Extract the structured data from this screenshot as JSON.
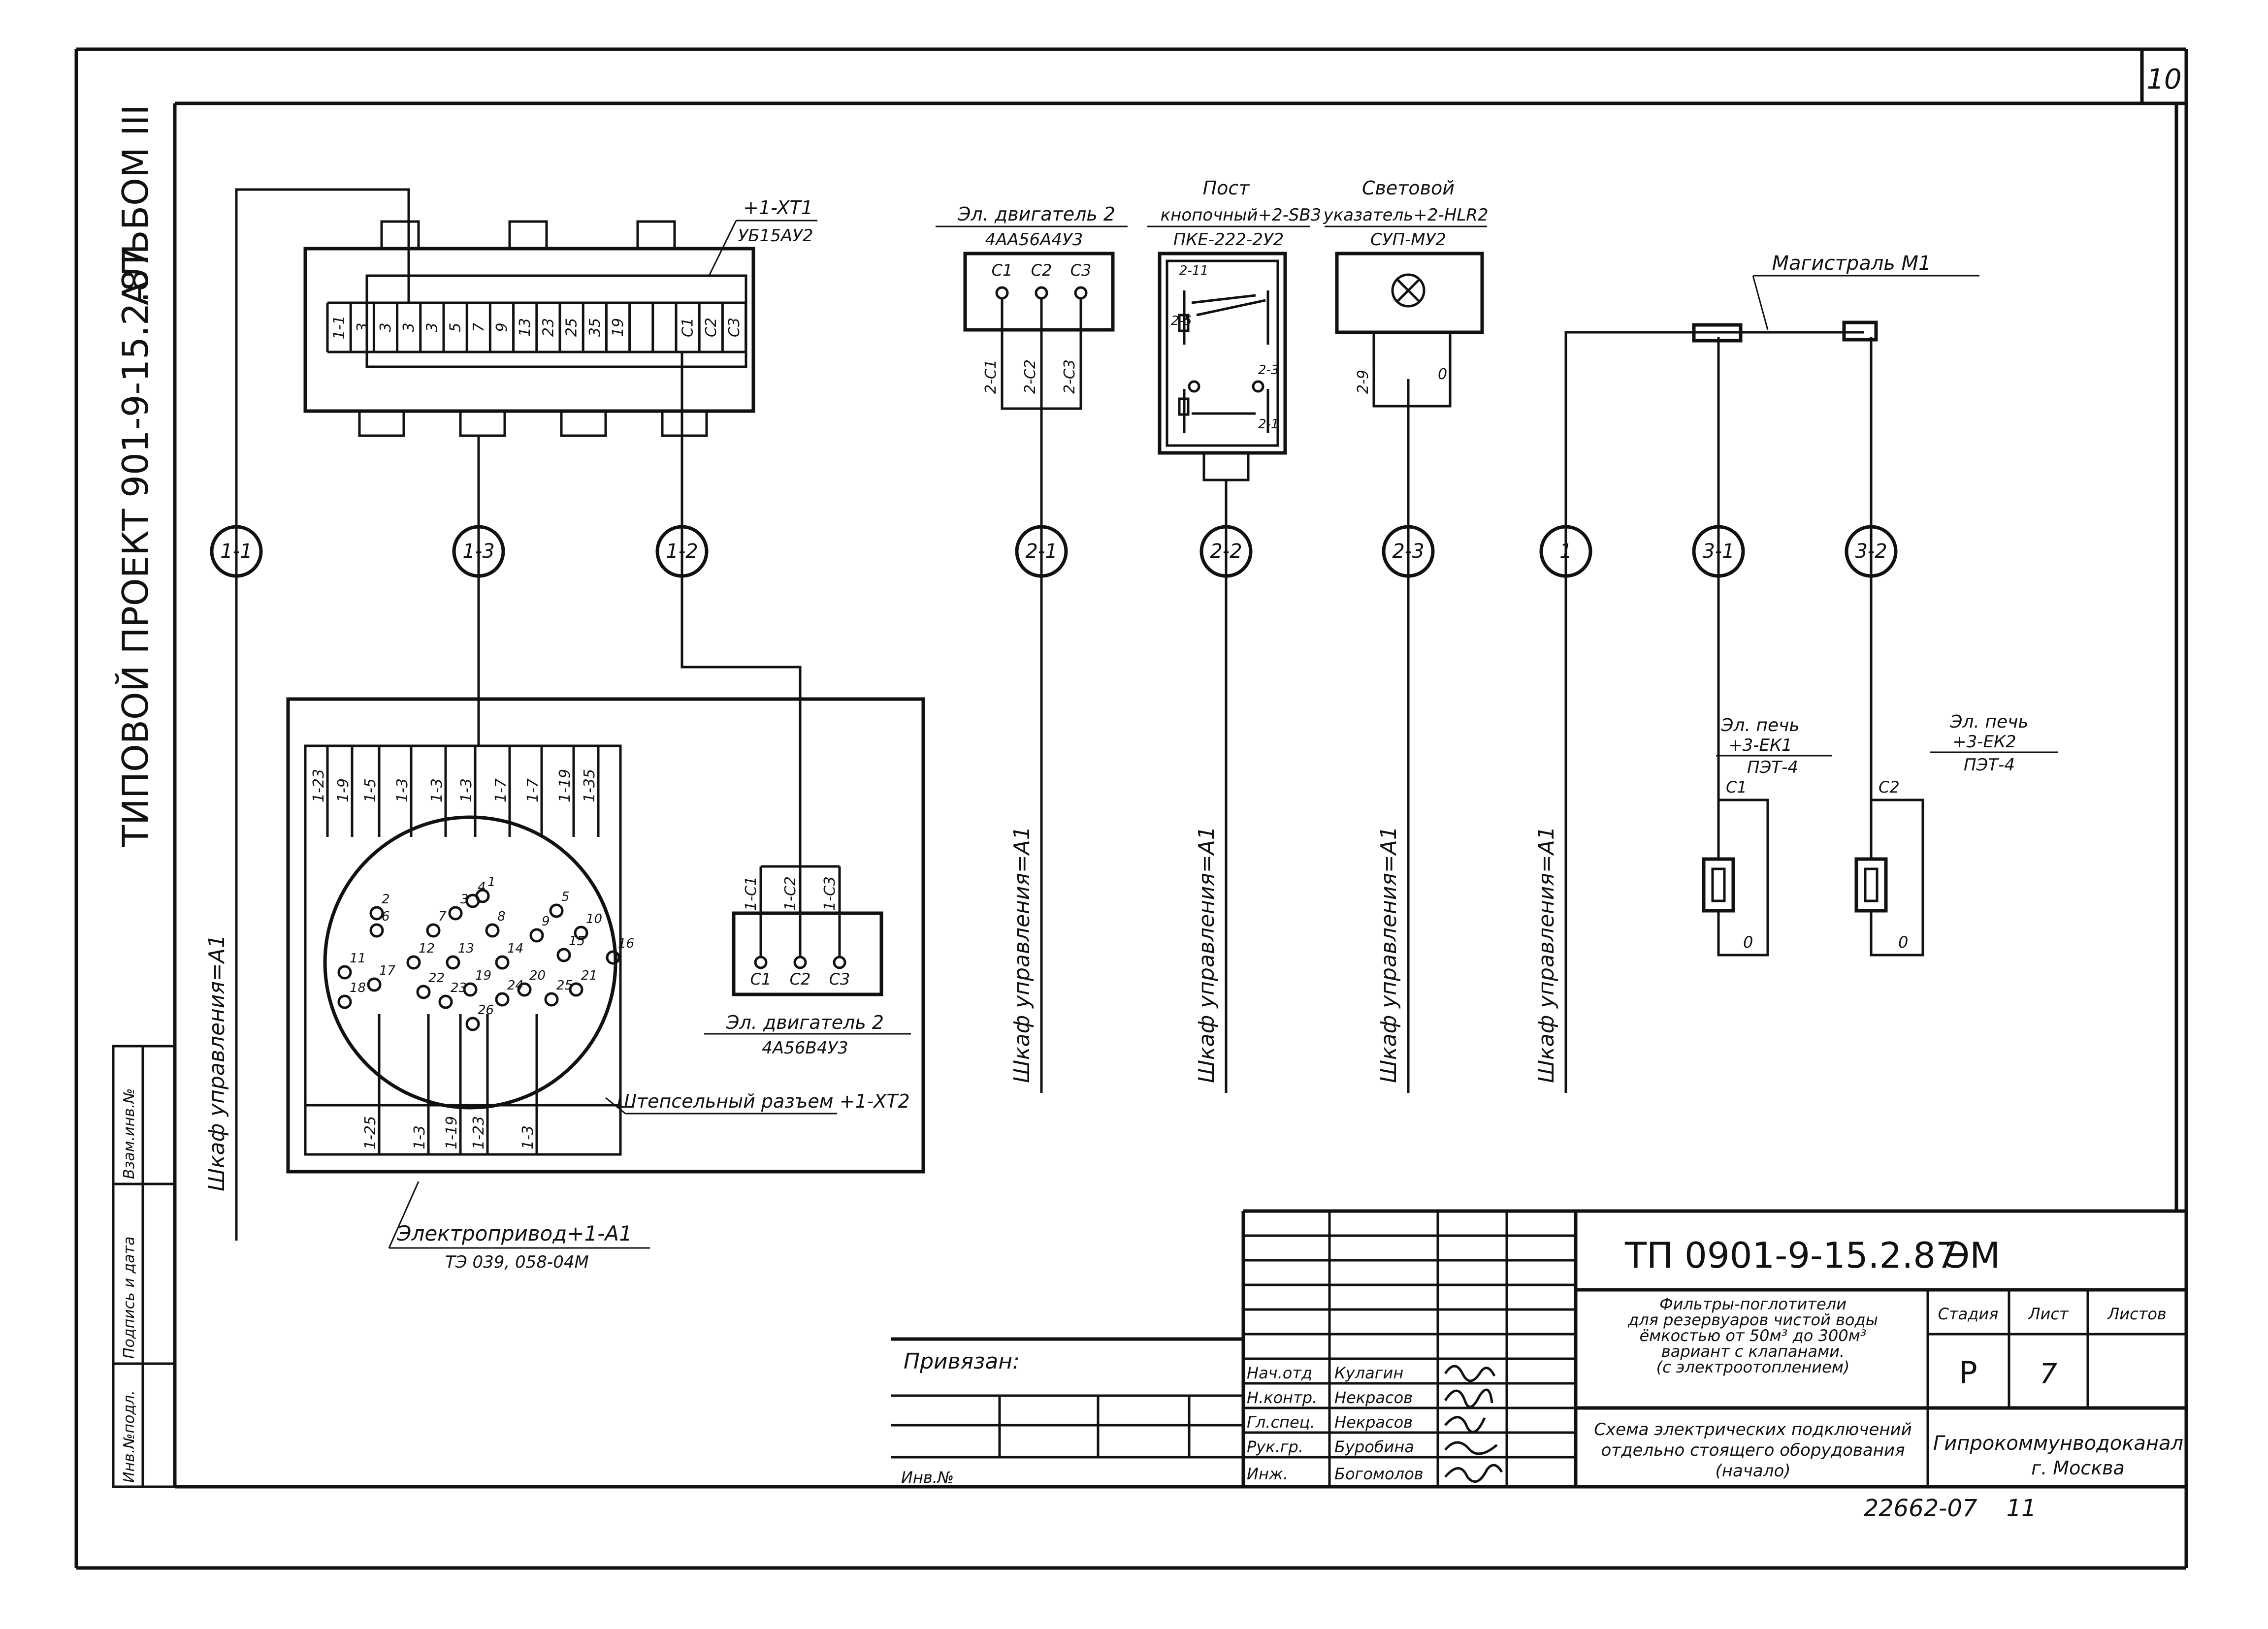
{
  "sheet": {
    "page_number": "10",
    "side_title": "ТИПОВОЙ ПРОЕКТ 901-9-15.2.87",
    "album": "АЛЬБОМ III",
    "side_stamp": [
      "Инв.№подл.",
      "Подпись и дата",
      "Взам.инв.№"
    ]
  },
  "terminal_block": {
    "designation": "+1-XT1",
    "type": "УБ15АУ2",
    "terminals": [
      "1-1",
      "3",
      "3",
      "3",
      "3",
      "5",
      "7",
      "9",
      "13",
      "23",
      "25",
      "35",
      "19",
      "",
      "",
      "С1",
      "С2",
      "С3"
    ]
  },
  "cables": [
    {
      "id": "1-1",
      "label": "Шкаф управления=А1"
    },
    {
      "id": "1-3"
    },
    {
      "id": "1-2"
    },
    {
      "id": "2-1",
      "label": "Шкаф управления=А1"
    },
    {
      "id": "2-2",
      "label": "Шкаф управления=А1"
    },
    {
      "id": "2-3",
      "label": "Шкаф управления=А1"
    },
    {
      "id": "1",
      "label": "Шкаф управления=А1"
    },
    {
      "id": "3-1"
    },
    {
      "id": "3-2"
    }
  ],
  "motor_top": {
    "title": "Эл. двигатель 2",
    "type": "4АА56А4У3",
    "terminals": [
      "С1",
      "С2",
      "С3"
    ],
    "wires": [
      "2-С1",
      "2-С2",
      "2-С3"
    ]
  },
  "button_post": {
    "title_line1": "Пост",
    "title_line2": "кнопочный+2-SB3",
    "type": "ПКЕ-222-2У2",
    "marks": [
      "2-11",
      "2-5",
      "2-3",
      "2-1"
    ]
  },
  "light_indicator": {
    "title_line1": "Световой",
    "title_line2": "указатель+2-HLR2",
    "type": "СУП-МУ2",
    "marks": [
      "2-9",
      "0"
    ]
  },
  "mains": {
    "title": "Магистраль М1"
  },
  "heaters": [
    {
      "title": "Эл. печь",
      "designation": "+3-ЕК1",
      "type": "ПЭТ-4",
      "terminal": "С1",
      "zero": "0"
    },
    {
      "title": "Эл. печь",
      "designation": "+3-ЕК2",
      "type": "ПЭТ-4",
      "terminal": "С2",
      "zero": "0"
    }
  ],
  "actuator": {
    "title": "Электропривод+1-А1",
    "type": "ТЭ 039, 058-04М",
    "connector_label": "Штепсельный разъем +1-XT2",
    "top_wires": [
      "1-23",
      "1-9",
      "1-5",
      "1-3",
      "1-3",
      "1-3",
      "1-7",
      "1-7",
      "1-19",
      "1-35"
    ],
    "bottom_wires": [
      "1-25",
      "1-3",
      "1-19",
      "1-23",
      "1-3"
    ],
    "pins": [
      "1",
      "2",
      "3",
      "4",
      "5",
      "6",
      "7",
      "8",
      "9",
      "10",
      "11",
      "12",
      "13",
      "14",
      "15",
      "16",
      "17",
      "18",
      "19",
      "20",
      "21",
      "22",
      "23",
      "24",
      "25",
      "26"
    ]
  },
  "motor_bottom": {
    "title": "Эл. двигатель 2",
    "type": "4А56В4У3",
    "terminals": [
      "С1",
      "С2",
      "С3"
    ],
    "wires": [
      "1-С1",
      "1-С2",
      "1-С3"
    ]
  },
  "title_block": {
    "doc_code": "ТП 0901-9-15.2.87",
    "doc_mark": "ЭМ",
    "project_name": [
      "Фильтры-поглотители",
      "для резервуаров чистой воды",
      "ёмкостью от 50м³ до 300м³",
      "вариант с клапанами.",
      "(с электроотоплением)"
    ],
    "sheet_title": [
      "Схема электрических подключений",
      "отдельно стоящего оборудования",
      "(начало)"
    ],
    "stage_label": "Стадия",
    "sheet_label": "Лист",
    "sheets_label": "Листов",
    "stage": "Р",
    "sheet_no": "7",
    "organization": [
      "Гипрокоммунводоканал",
      "г. Москва"
    ],
    "linked_label": "Привязан:",
    "inv_label": "Инв.№",
    "roles": [
      "Нач.отд",
      "Н.контр.",
      "Гл.спец.",
      "Рук.гр.",
      "Инж."
    ],
    "names": [
      "Кулагин",
      "Некрасов",
      "Некрасов",
      "Буробина",
      "Богомолов"
    ],
    "bottom_code": "22662-07",
    "bottom_page": "11"
  }
}
